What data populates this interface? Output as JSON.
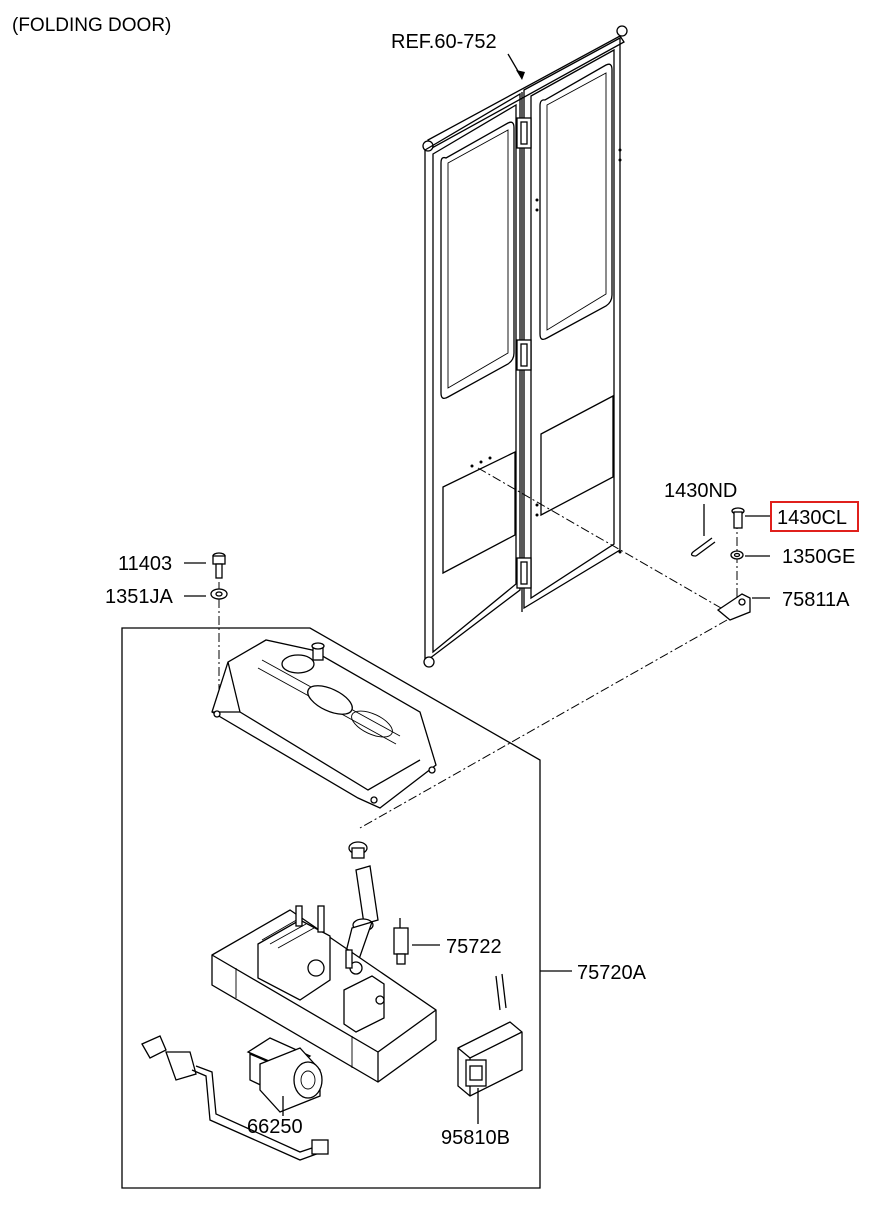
{
  "header": {
    "title": "(FOLDING DOOR)"
  },
  "reference": {
    "label": "REF.60-752"
  },
  "highlight_color": "#e0201c",
  "parts": [
    {
      "id": "p-1430nd",
      "code": "1430ND",
      "highlighted": false
    },
    {
      "id": "p-1430cl",
      "code": "1430CL",
      "highlighted": true
    },
    {
      "id": "p-1350ge",
      "code": "1350GE",
      "highlighted": false
    },
    {
      "id": "p-75811a",
      "code": "75811A",
      "highlighted": false
    },
    {
      "id": "p-11403",
      "code": "11403",
      "highlighted": false
    },
    {
      "id": "p-1351ja",
      "code": "1351JA",
      "highlighted": false
    },
    {
      "id": "p-75722",
      "code": "75722",
      "highlighted": false
    },
    {
      "id": "p-75720a",
      "code": "75720A",
      "highlighted": false
    },
    {
      "id": "p-66250",
      "code": "66250",
      "highlighted": false
    },
    {
      "id": "p-95810b",
      "code": "95810B",
      "highlighted": false
    }
  ]
}
